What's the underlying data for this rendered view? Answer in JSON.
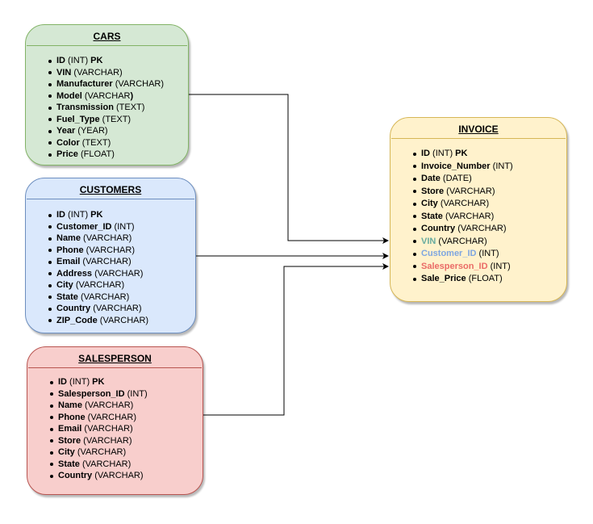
{
  "colors": {
    "cars_fill": "#d5e8d4",
    "cars_stroke": "#82b366",
    "customers_fill": "#dae8fc",
    "customers_stroke": "#6c8ebf",
    "salesperson_fill": "#f8cecc",
    "salesperson_stroke": "#b85450",
    "invoice_fill": "#fff2cc",
    "invoice_stroke": "#d6b656",
    "vin_text": "#67ab9f",
    "customer_id_text": "#7ea6e0",
    "salesperson_id_text": "#ea6b66"
  },
  "entities": {
    "cars": {
      "title": "CARS",
      "fields": [
        {
          "name": "ID",
          "type": " (INT) ",
          "pk": "PK"
        },
        {
          "name": "VIN",
          "type": " (VARCHAR)"
        },
        {
          "name": "Manufacturer",
          "type": " (VARCHAR)"
        },
        {
          "name": "Model",
          "type": " (VARCHAR",
          "suffix": ")"
        },
        {
          "name": "Transmission",
          "type": " (TEXT)"
        },
        {
          "name": "Fuel_Type",
          "type": " (TEXT)"
        },
        {
          "name": "Year",
          "type": " (YEAR)"
        },
        {
          "name": "Color",
          "type": " (TEXT)"
        },
        {
          "name": "Price",
          "type": " (FLOAT)"
        }
      ]
    },
    "customers": {
      "title": "CUSTOMERS",
      "fields": [
        {
          "name": "ID",
          "type": " (INT) ",
          "pk": "PK"
        },
        {
          "name": "Customer_ID",
          "type": " (INT)"
        },
        {
          "name": "Name",
          "type": " (VARCHAR)"
        },
        {
          "name": "Phone",
          "type": " (VARCHAR)"
        },
        {
          "name": "Email",
          "type": " (VARCHAR)"
        },
        {
          "name": "Address",
          "type": " (VARCHAR)"
        },
        {
          "name": "City",
          "type": " (VARCHAR)"
        },
        {
          "name": "State",
          "type": " (VARCHAR)"
        },
        {
          "name": "Country",
          "type": " (VARCHAR)"
        },
        {
          "name": "ZIP_Code",
          "type": " (VARCHAR)"
        }
      ]
    },
    "salesperson": {
      "title": "SALESPERSON",
      "fields": [
        {
          "name": "ID",
          "type": " (INT) ",
          "pk": "PK"
        },
        {
          "name": "Salesperson_ID",
          "type": " (INT)"
        },
        {
          "name": "Name",
          "type": " (VARCHAR)"
        },
        {
          "name": "Phone",
          "type": " (VARCHAR)"
        },
        {
          "name": "Email",
          "type": " (VARCHAR)"
        },
        {
          "name": "Store",
          "type": " (VARCHAR)"
        },
        {
          "name": "City",
          "type": " (VARCHAR)"
        },
        {
          "name": "State",
          "type": " (VARCHAR)"
        },
        {
          "name": "Country",
          "type": " (VARCHAR)"
        }
      ]
    },
    "invoice": {
      "title": "INVOICE",
      "fields": [
        {
          "name": "ID",
          "type": " (INT) ",
          "pk": "PK"
        },
        {
          "name": "Invoice_Number",
          "type": " (INT)"
        },
        {
          "name": "Date",
          "type": " (DATE)"
        },
        {
          "name": "Store",
          "type": " (VARCHAR)"
        },
        {
          "name": "City",
          "type": " (VARCHAR)"
        },
        {
          "name": "State",
          "type": " (VARCHAR)"
        },
        {
          "name": "Country",
          "type": " (VARCHAR)"
        },
        {
          "name": "VIN",
          "type": " (VARCHAR)",
          "color": "vin_text"
        },
        {
          "name": "Customer_ID",
          "type": " (INT)",
          "color": "customer_id_text"
        },
        {
          "name": "Salesperson_ID",
          "type": " (INT)",
          "color": "salesperson_id_text"
        },
        {
          "name": "Sale_Price",
          "type": " (FLOAT)"
        }
      ]
    }
  }
}
